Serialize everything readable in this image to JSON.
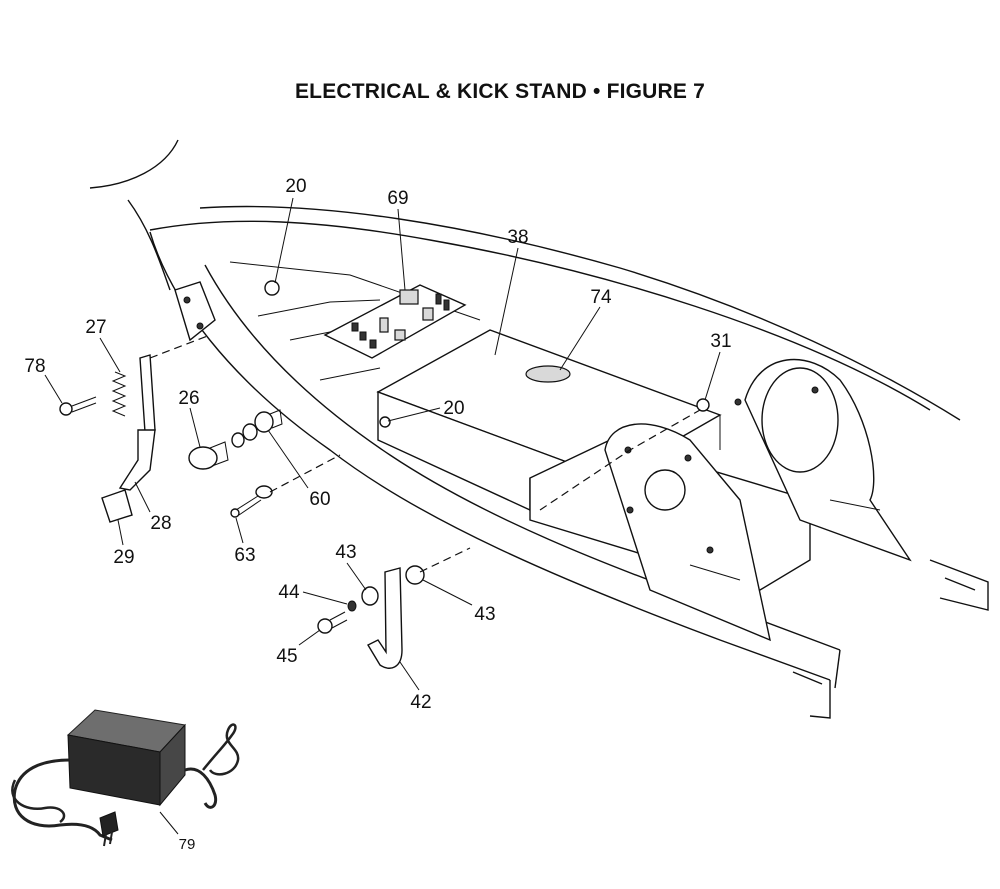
{
  "title": "ELECTRICAL & KICK STAND  •  FIGURE 7",
  "callouts": [
    {
      "id": "c20a",
      "label": "20"
    },
    {
      "id": "c69",
      "label": "69"
    },
    {
      "id": "c38",
      "label": "38"
    },
    {
      "id": "c74",
      "label": "74"
    },
    {
      "id": "c31",
      "label": "31"
    },
    {
      "id": "c27",
      "label": "27"
    },
    {
      "id": "c78",
      "label": "78"
    },
    {
      "id": "c26",
      "label": "26"
    },
    {
      "id": "c20b",
      "label": "20"
    },
    {
      "id": "c60",
      "label": "60"
    },
    {
      "id": "c28",
      "label": "28"
    },
    {
      "id": "c29",
      "label": "29"
    },
    {
      "id": "c63",
      "label": "63"
    },
    {
      "id": "c43a",
      "label": "43"
    },
    {
      "id": "c44",
      "label": "44"
    },
    {
      "id": "c43b",
      "label": "43"
    },
    {
      "id": "c45",
      "label": "45"
    },
    {
      "id": "c42",
      "label": "42"
    },
    {
      "id": "c79",
      "label": "79"
    }
  ]
}
